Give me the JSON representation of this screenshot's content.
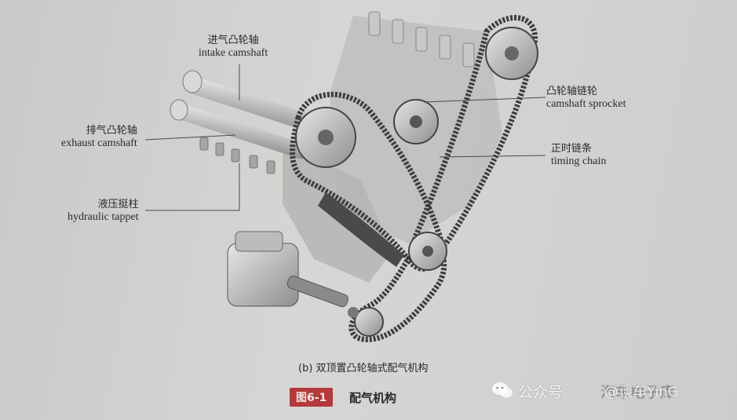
{
  "labels": {
    "intake_camshaft": {
      "cn": "进气凸轮轴",
      "en": "intake camshaft"
    },
    "exhaust_camshaft": {
      "cn": "排气凸轮轴",
      "en": "exhaust camshaft"
    },
    "hydraulic_tappet": {
      "cn": "液压挺柱",
      "en": "hydraulic tappet"
    },
    "camshaft_sprocket": {
      "cn": "凸轮轴链轮",
      "en": "camshaft sprocket"
    },
    "timing_chain": {
      "cn": "正时链条",
      "en": "timing chain"
    }
  },
  "caption": "(b) 双顶置凸轮轴式配气机构",
  "figure": {
    "number": "图6-1",
    "title": "配气机构"
  },
  "watermark": {
    "left": "公众号",
    "middle": "汽车电子库",
    "right": "@谈车YinG"
  },
  "colors": {
    "badge": "#b23a3a",
    "chain": "#3d3d3d",
    "metal": "#9a9a98"
  }
}
